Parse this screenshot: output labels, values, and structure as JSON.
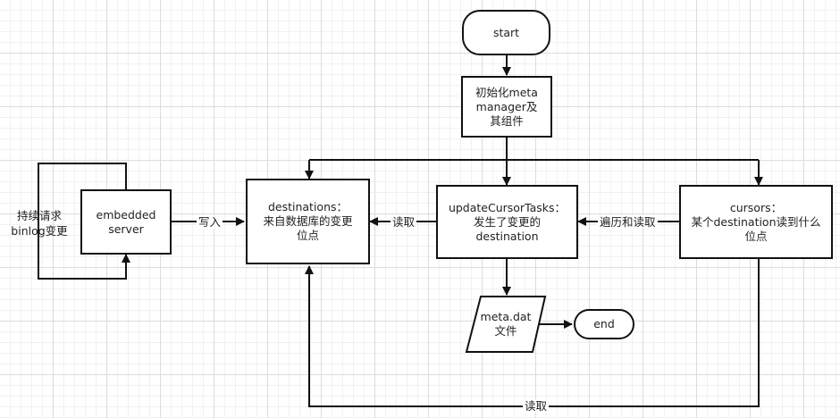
{
  "nodes": {
    "start": "start",
    "init": "初始化meta\nmanager及\n其组件",
    "embedded": "embedded\nserver",
    "destinations": "destinations：\n来自数据库的变更\n位点",
    "update": "updateCursorTasks：\n发生了变更的\ndestination",
    "cursors": "cursors：\n某个destination读到什么\n位点",
    "metadat": "meta.dat\n文件",
    "end": "end"
  },
  "edges": {
    "loop": "持续请求\nbinlog变更",
    "write": "写入",
    "read_update": "读取",
    "traverse": "遍历和读取",
    "read_bottom": "读取"
  }
}
